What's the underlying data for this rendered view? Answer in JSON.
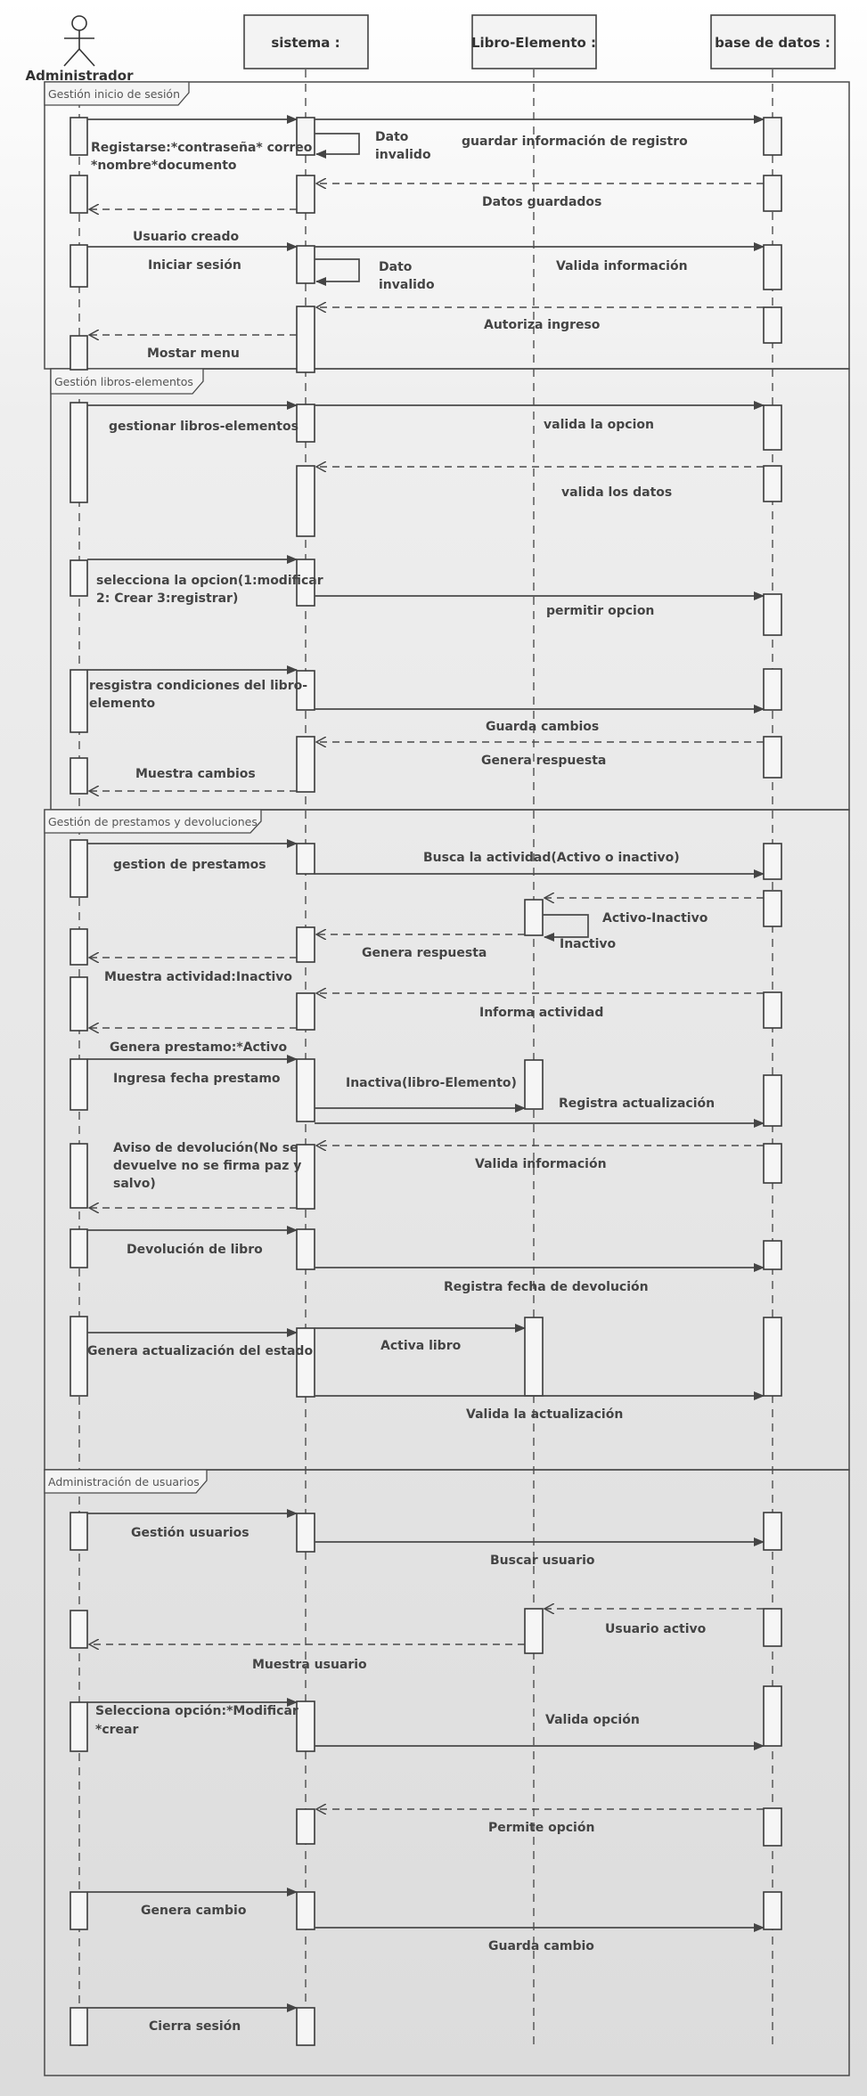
{
  "participants": {
    "actor": "Administrador",
    "sistema": "sistema :",
    "libro": "Libro-Elemento :",
    "bd": "base de datos :"
  },
  "fragments": {
    "f1": "Gestión inicio de sesión",
    "f2": "Gestión libros-elementos",
    "f3": "Gestión de prestamos y devoluciones",
    "f4": "Administración de usuarios"
  },
  "labels": {
    "m1a": "Registarse:*contraseña* correo",
    "m1b": "*nombre*documento",
    "m2a": "Dato",
    "m2b": "invalido",
    "m3": "guardar información de registro",
    "m4": "Datos guardados",
    "m5": "Usuario creado",
    "m6": "Iniciar sesión",
    "m7a": "Dato",
    "m7b": "invalido",
    "m8": "Valida información",
    "m9": "Autoriza ingreso",
    "m10": "Mostar menu",
    "m11": "gestionar libros-elementos",
    "m12": "valida la opcion",
    "m13": "valida los datos",
    "m14a": "selecciona la opcion(1:modificar",
    "m14b": "2: Crear   3:registrar)",
    "m15": "permitir opcion",
    "m16a": "resgistra condiciones del libro-",
    "m16b": "elemento",
    "m17": "Guarda cambios",
    "m18": "Genera respuesta",
    "m19": "Muestra cambios",
    "m20": "gestion de prestamos",
    "m21": "Busca la actividad(Activo o inactivo)",
    "m22": "Activo-Inactivo",
    "m23": "Inactivo",
    "m24": "Genera respuesta",
    "m25": "Muestra actividad:Inactivo",
    "m26": "Informa actividad",
    "m27": "Genera prestamo:*Activo",
    "m28": "Ingresa fecha prestamo",
    "m29": "Inactiva(libro-Elemento)",
    "m30": "Registra actualización",
    "m31a": "Aviso de devolución(No se",
    "m31b": "devuelve no se firma paz y",
    "m31c": "salvo)",
    "m32": "Valida información",
    "m33": "Devolución de libro",
    "m34": "Registra fecha de devolución",
    "m35": "Genera actualización del estado",
    "m36": "Activa libro",
    "m37": "Valida la actualización",
    "m38": "Gestión usuarios",
    "m39": "Buscar usuario",
    "m40": "Usuario activo",
    "m41": "Muestra usuario",
    "m42a": "Selecciona opción:*Modificar",
    "m42b": "*crear",
    "m43": "Valida opción",
    "m44": "Permite opción",
    "m45": "Genera cambio",
    "m46": "Guarda cambio",
    "m47": "Cierra sesión"
  }
}
